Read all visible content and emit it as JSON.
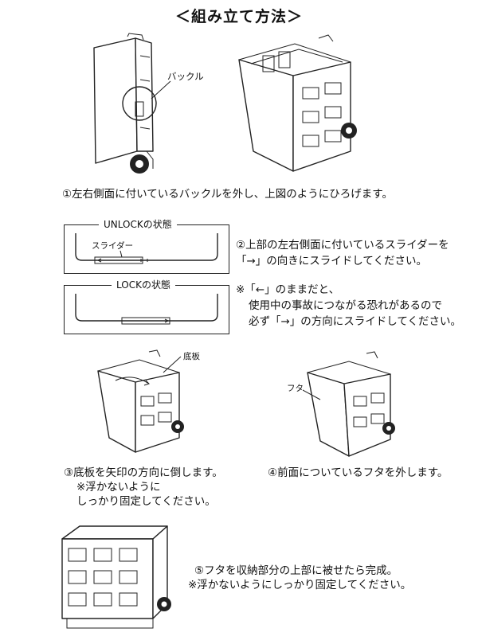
{
  "title": "＜組み立て方法＞",
  "step1": {
    "label_buckle": "バックル",
    "text": "①左右側面に付いているバックルを外し、上図のようにひろげます。"
  },
  "step2": {
    "unlock_label": "UNLOCKの状態",
    "slider_label": "スライダー",
    "lock_label": "LOCKの状態",
    "text_line1": "②上部の左右側面に付いているスライダーを",
    "text_line2": "「→」の向きにスライドしてください。",
    "note_line1": "※「←」のままだと、",
    "note_line2": "使用中の事故につながる恐れがあるので",
    "note_line3": "必ず「→」の方向にスライドしてください。"
  },
  "step3": {
    "label_bottom": "底板",
    "text_line1": "③底板を矢印の方向に倒します。",
    "text_line2": "※浮かないように",
    "text_line3": "しっかり固定してください。"
  },
  "step4": {
    "label_lid": "フタ",
    "text": "④前面についているフタを外します。"
  },
  "step5": {
    "text_line1": "⑤フタを収納部分の上部に被せたら完成。",
    "text_line2": "※浮かないようにしっかり固定してください。"
  }
}
